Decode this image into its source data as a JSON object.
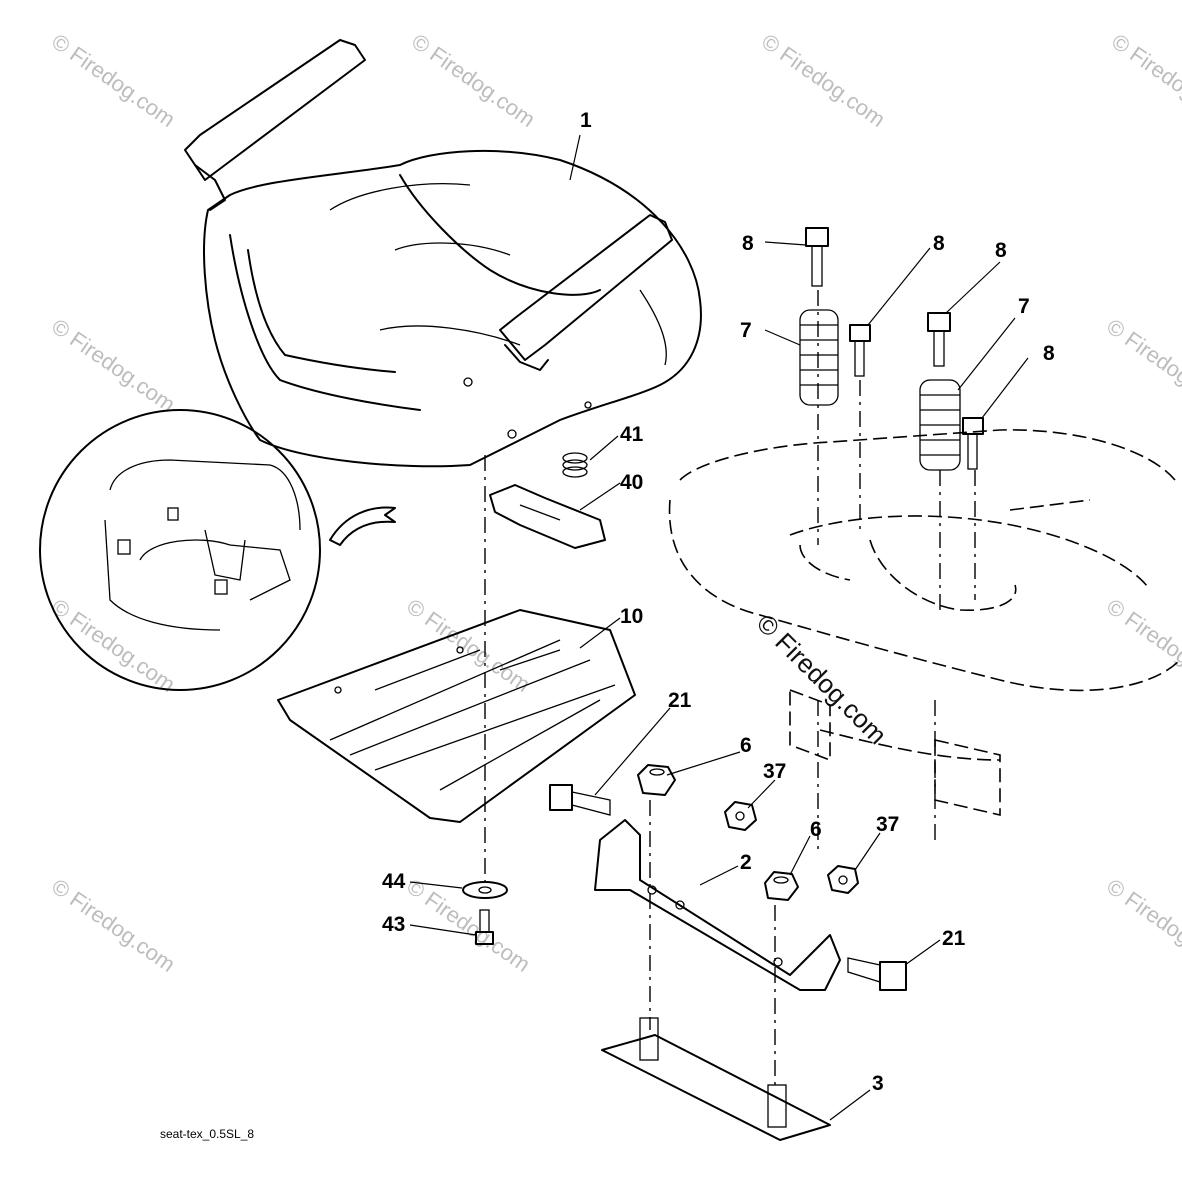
{
  "watermark": "© Firedog.com",
  "drawing_code": "seat-tex_0.5SL_8",
  "callouts": {
    "c1": "1",
    "c2": "2",
    "c3": "3",
    "c6a": "6",
    "c6b": "6",
    "c7a": "7",
    "c7b": "7",
    "c8a": "8",
    "c8b": "8",
    "c8c": "8",
    "c8d": "8",
    "c10": "10",
    "c21a": "21",
    "c21b": "21",
    "c37a": "37",
    "c37b": "37",
    "c40": "40",
    "c41": "41",
    "c43": "43",
    "c44": "44"
  }
}
